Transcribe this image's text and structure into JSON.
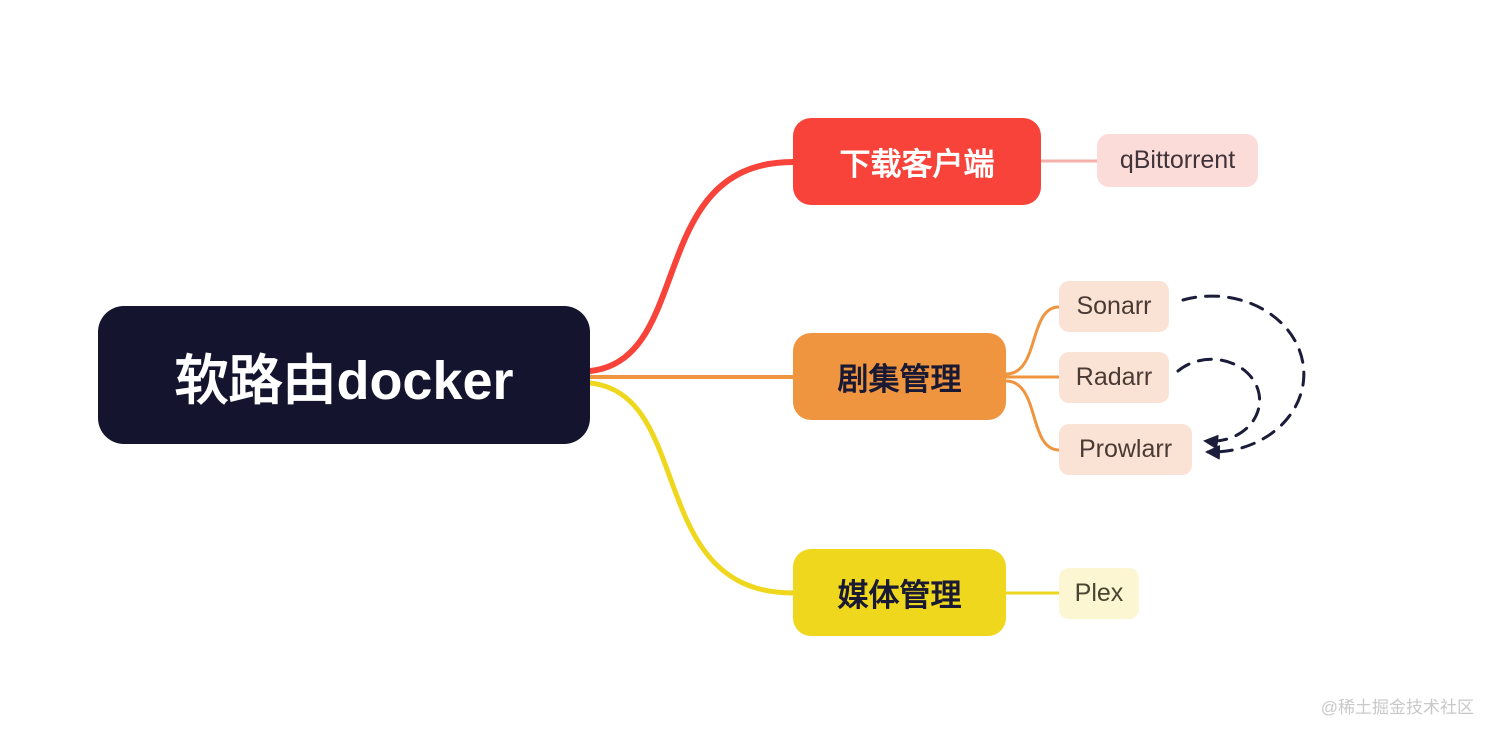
{
  "root": {
    "label": "软路由docker"
  },
  "branches": [
    {
      "label": "下载客户端",
      "children": [
        {
          "label": "qBittorrent"
        }
      ]
    },
    {
      "label": "剧集管理",
      "children": [
        {
          "label": "Sonarr"
        },
        {
          "label": "Radarr"
        },
        {
          "label": "Prowlarr"
        }
      ]
    },
    {
      "label": "媒体管理",
      "children": [
        {
          "label": "Plex"
        }
      ]
    }
  ],
  "colors": {
    "root_bg": "#14142e",
    "download_bg": "#f8433a",
    "download_child_bg": "#fbdcd8",
    "series_bg": "#f0953f",
    "series_child_bg": "#fae3d4",
    "media_bg": "#eed71d",
    "media_child_bg": "#fcf6d2",
    "dashed_link": "#1b1b3a",
    "background": "#ffffff"
  },
  "watermark": "@稀土掘金技术社区"
}
